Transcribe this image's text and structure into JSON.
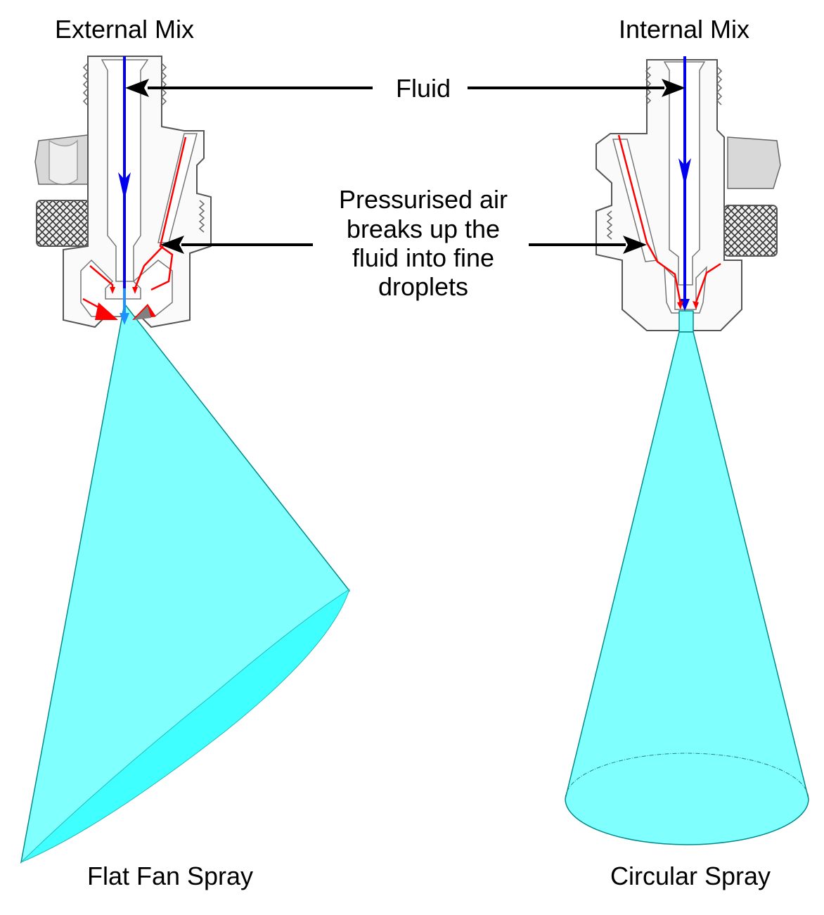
{
  "title_left": "External Mix",
  "title_right": "Internal Mix",
  "label_fluid": "Fluid",
  "label_air": [
    "Pressurised air",
    "breaks up the",
    "fluid into fine",
    "droplets"
  ],
  "caption_left": "Flat Fan Spray",
  "caption_right": "Circular Spray",
  "colors": {
    "fluid_arrow": "#0000ee",
    "air_path": "#ff0000",
    "spray_fill": "#80ffff",
    "spray_inner": "#40ffff",
    "spray_edge": "#008b8b",
    "pointer": "#000000"
  }
}
